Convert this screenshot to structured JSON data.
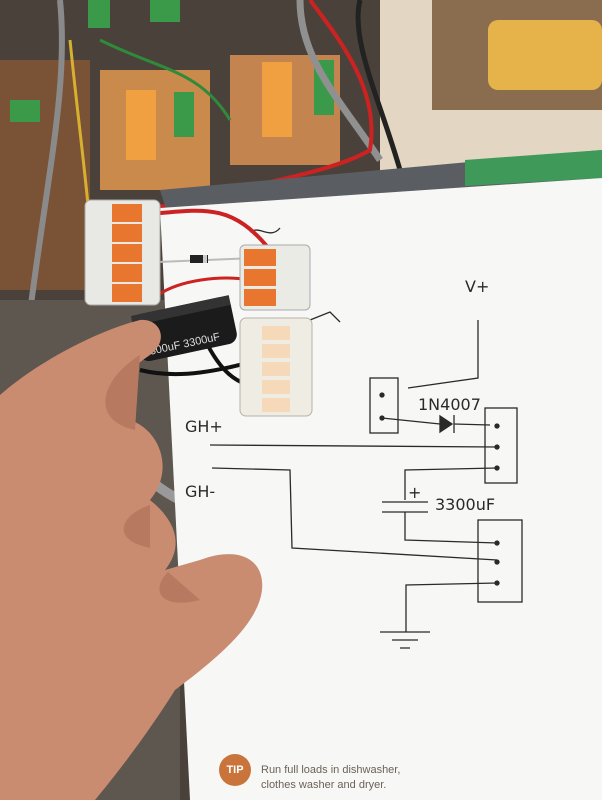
{
  "schematic": {
    "vplus": "V+",
    "diode": "1N4007",
    "cap": "3300uF",
    "gh_plus": "GH+",
    "gh_minus": "GH-"
  },
  "capacitor_print": "3300uF  3300uF",
  "tip": {
    "badge": "TIP",
    "line1": "Run full loads in dishwasher,",
    "line2": "clothes washer and dryer."
  },
  "colors": {
    "paper": "#f7f7f5",
    "wago_orange": "#e8762e",
    "pcb": "#c98a4c",
    "wire_red": "#cc2222",
    "tip_badge": "#c9743a"
  }
}
